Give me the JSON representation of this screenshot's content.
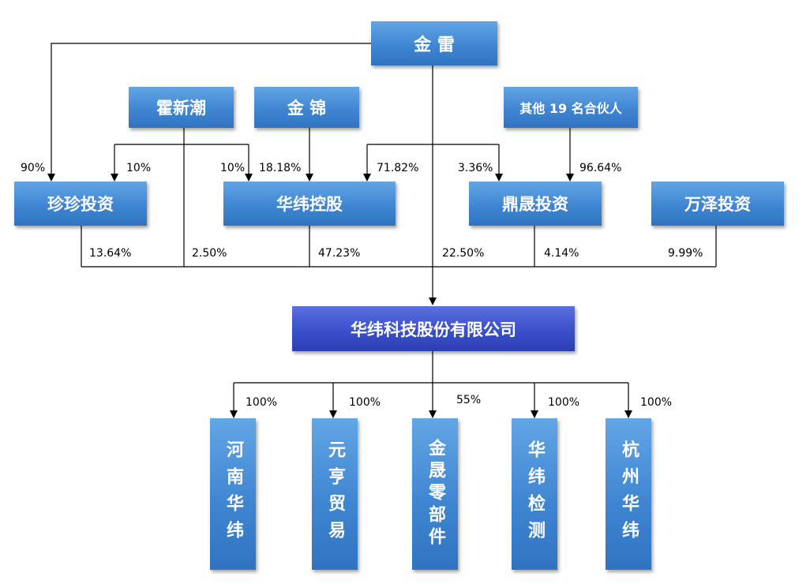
{
  "nodes": {
    "jinlei": "金 雷",
    "huoxinchao": "霍新潮",
    "jinjin": "金 锦",
    "others19": "其他 19 名合伙人",
    "zhenzhen": "珍珍投资",
    "huawei_holding": "华纬控股",
    "dingsheng": "鼎晟投资",
    "wanze": "万泽投资",
    "company": "华纬科技股份有限公司",
    "henan": "河南华纬",
    "yuanheng": "元亨贸易",
    "jinsheng": "金晟零部件",
    "jiance": "华纬检测",
    "hangzhou": "杭州华纬"
  },
  "percentages": {
    "jinlei_to_zhenzhen": "90%",
    "huoxinchao_to_zhenzhen": "10%",
    "huoxinchao_to_holding": "10%",
    "jinjin_to_holding": "18.18%",
    "jinlei_to_holding": "71.82%",
    "jinlei_to_dingsheng": "3.36%",
    "others_to_dingsheng": "96.64%",
    "zhenzhen_to_company": "13.64%",
    "huoxinchao_to_company": "2.50%",
    "holding_to_company": "47.23%",
    "jinlei_to_company": "22.50%",
    "dingsheng_to_company": "4.14%",
    "wanze_to_company": "9.99%",
    "company_to_henan": "100%",
    "company_to_yuanheng": "100%",
    "company_to_jinsheng": "55%",
    "company_to_jiance": "100%",
    "company_to_hangzhou": "100%"
  }
}
